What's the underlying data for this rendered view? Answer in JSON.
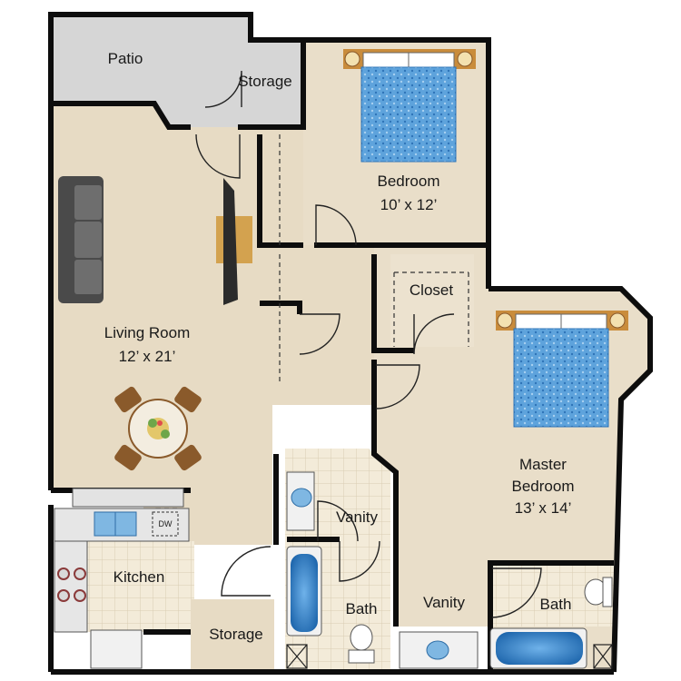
{
  "rooms": {
    "patio": {
      "name": "Patio"
    },
    "storage_top": {
      "name": "Storage"
    },
    "bedroom": {
      "name": "Bedroom",
      "size": "10’ x 12’"
    },
    "closet": {
      "name": "Closet"
    },
    "living": {
      "name": "Living Room",
      "size": "12’ x 21’"
    },
    "master": {
      "name": "Master",
      "name2": "Bedroom",
      "size": "13’ x 14’"
    },
    "vanity_center": {
      "name": "Vanity"
    },
    "kitchen": {
      "name": "Kitchen"
    },
    "bath_center": {
      "name": "Bath"
    },
    "storage_bottom": {
      "name": "Storage"
    },
    "vanity_master": {
      "name": "Vanity"
    },
    "bath_master": {
      "name": "Bath"
    }
  },
  "appliances": {
    "dishwasher": "DW"
  },
  "icons": [
    "sofa-icon",
    "tv-icon",
    "dining-table-icon",
    "bed-icon",
    "stove-icon",
    "sink-icon",
    "bathtub-icon",
    "toilet-icon",
    "door-swing-icon"
  ],
  "colors": {
    "floor": "#e8dcc6",
    "tile": "#f2ead7",
    "patio": "#d9d9d9",
    "wall": "#0d0d0d",
    "bedspread": "#5aa0d8",
    "tub": "#3a86c8"
  }
}
